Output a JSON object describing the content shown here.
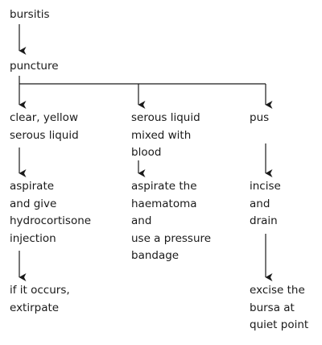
{
  "colors": {
    "text": "#1a1a1a",
    "line": "#1a1a1a",
    "background": "#ffffff"
  },
  "flowchart": {
    "root": {
      "lines": [
        "bursitis"
      ]
    },
    "puncture": {
      "lines": [
        "puncture"
      ]
    },
    "branches": [
      {
        "finding": {
          "lines": [
            "clear, yellow",
            "serous liquid"
          ]
        },
        "treatment": {
          "lines": [
            "aspirate",
            "and give",
            "hydrocortisone",
            "injection"
          ]
        },
        "followup": {
          "lines": [
            "if it occurs,",
            "extirpate"
          ]
        }
      },
      {
        "finding": {
          "lines": [
            "serous liquid",
            "mixed with",
            "blood"
          ]
        },
        "treatment": {
          "lines": [
            "aspirate the",
            "haematoma",
            "and",
            "use a pressure",
            "bandage"
          ]
        }
      },
      {
        "finding": {
          "lines": [
            "pus"
          ]
        },
        "treatment": {
          "lines": [
            "incise",
            "and",
            "drain"
          ]
        },
        "followup": {
          "lines": [
            "excise the",
            "bursa at",
            "quiet point"
          ]
        }
      }
    ]
  }
}
